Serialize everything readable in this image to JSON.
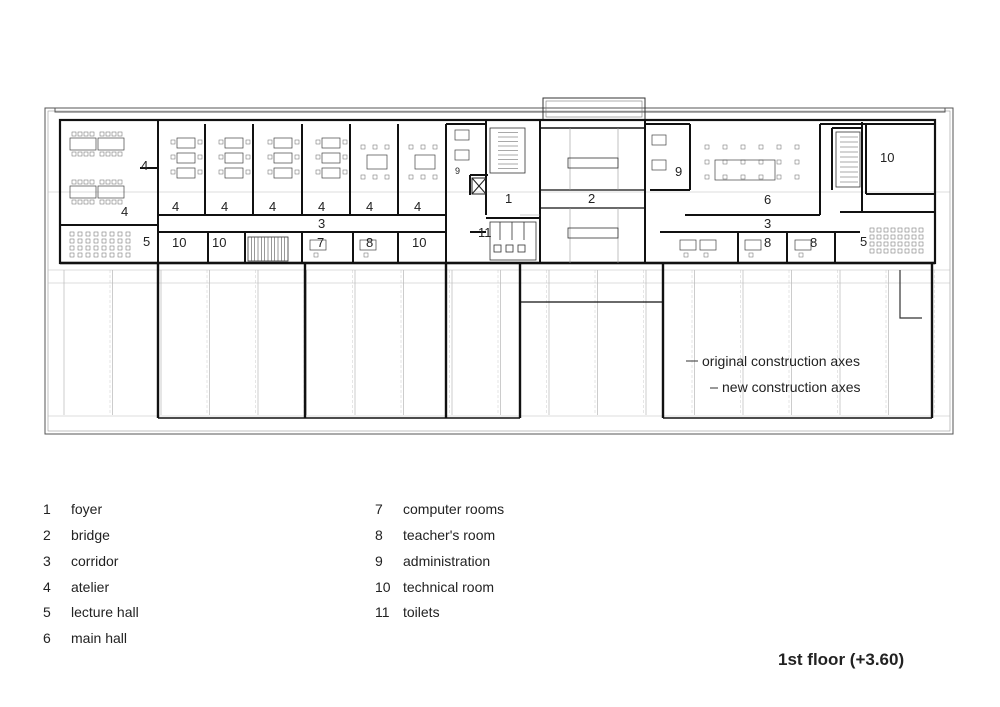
{
  "floor_title": "1st floor (+3.60)",
  "legend": [
    {
      "num": "1",
      "label": "foyer"
    },
    {
      "num": "2",
      "label": "bridge"
    },
    {
      "num": "3",
      "label": "corridor"
    },
    {
      "num": "4",
      "label": "atelier"
    },
    {
      "num": "5",
      "label": "lecture hall"
    },
    {
      "num": "6",
      "label": "main hall"
    },
    {
      "num": "7",
      "label": "computer rooms"
    },
    {
      "num": "8",
      "label": "teacher's  room"
    },
    {
      "num": "9",
      "label": "administration"
    },
    {
      "num": "10",
      "label": "technical room"
    },
    {
      "num": "11",
      "label": "toilets"
    }
  ],
  "axes_labels": {
    "original": "original construction axes",
    "new": "new construction axes"
  },
  "room_labels": {
    "atelier": "4",
    "lecture_hall": "5",
    "technical_room": "10",
    "computer_room": "7",
    "teachers_room": "8",
    "corridor": "3",
    "foyer": "1",
    "bridge": "2",
    "administration": "9",
    "main_hall": "6",
    "toilets": "11"
  }
}
